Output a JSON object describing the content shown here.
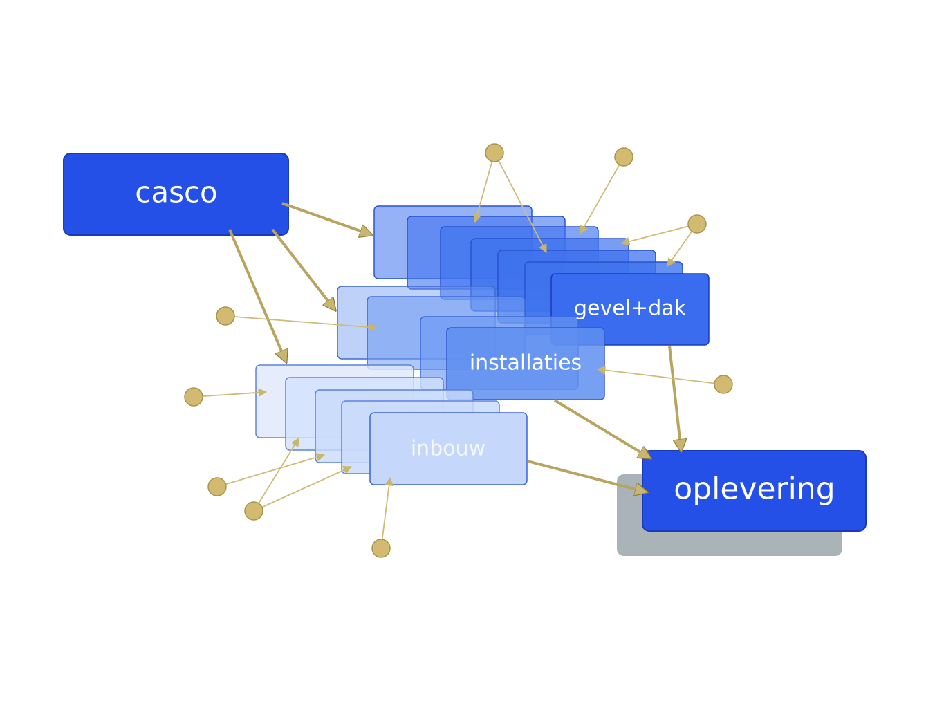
{
  "nodes": {
    "casco": "casco",
    "gevel_dak": "gevel+dak",
    "installaties": "installaties",
    "inbouw": "inbouw",
    "oplevering": "oplevering"
  },
  "colors": {
    "primary_box": "#2450e8",
    "box_border": "#1b3ab8",
    "gevel_stack": "#3b6ff0",
    "installaties_stack": "#6d9af2",
    "inbouw_stack": "#c9dbfb",
    "arrow": "#c9b66e",
    "dot": "#d2bb70",
    "dot_border": "#a89450",
    "shadow": "#a9b3b8"
  }
}
